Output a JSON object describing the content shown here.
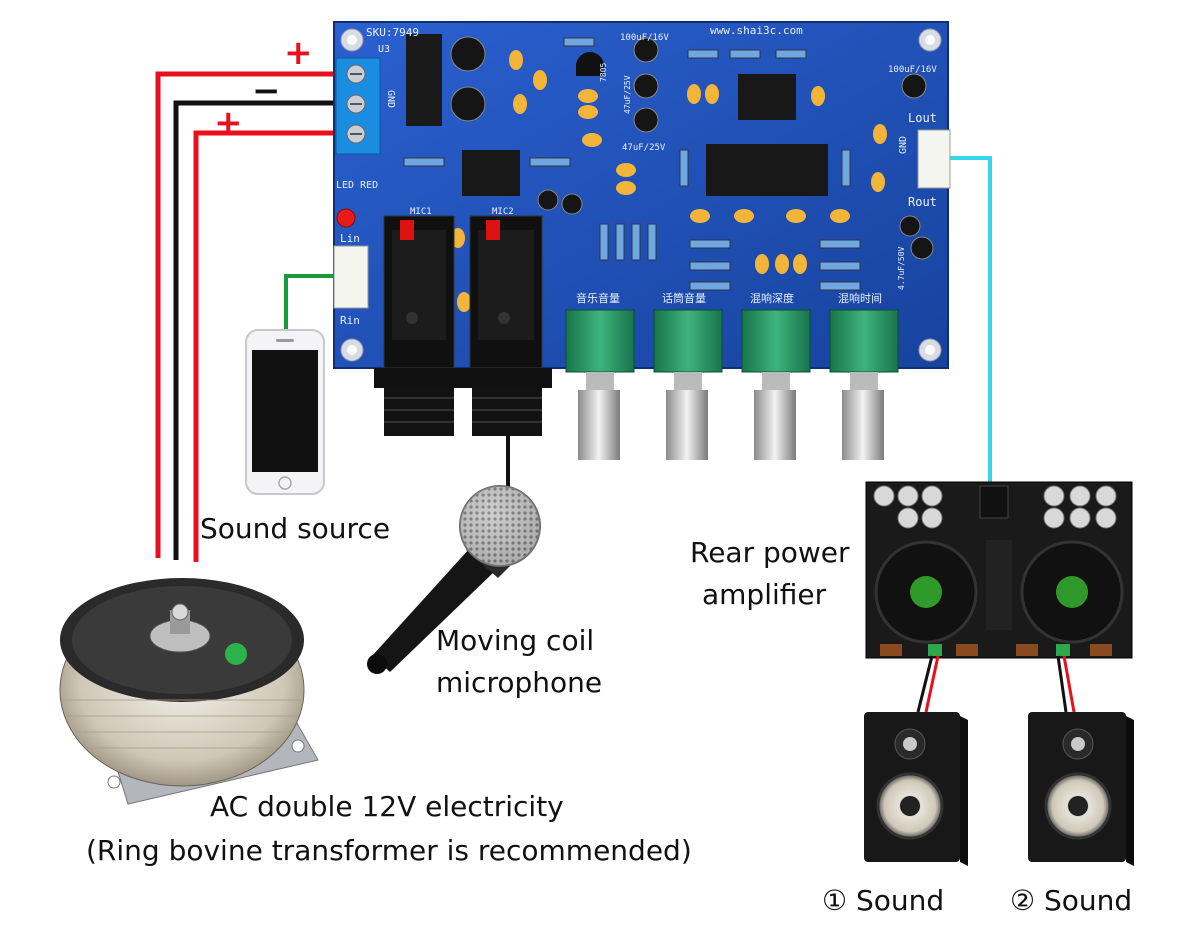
{
  "colors": {
    "pcb": "#1c4fb8",
    "pcb_dark": "#163f96",
    "wire_red": "#e8101c",
    "wire_black": "#111111",
    "wire_green": "#1a9a3a",
    "wire_cyan": "#35d6e8",
    "sign_red": "#e8101c",
    "knob": "#1f8a5a"
  },
  "signs": {
    "plus_top": "+",
    "minus": "−",
    "plus_bottom": "+"
  },
  "board": {
    "sku": "SKU:7949",
    "website": "www.shai3c.com",
    "u3": "U3",
    "gnd_left": "GND",
    "led_red": "LED RED",
    "lin": "Lin",
    "rin": "Rin",
    "lout": "Lout",
    "gnd_right": "GND",
    "rout": "Rout",
    "mic1": "MIC1",
    "mic2": "MIC2",
    "cap_100uf_16v_a": "100uF/16V",
    "cap_100uf_16v_b": "100uF/16V",
    "cap_47uf_25v_a": "47uF/25V",
    "cap_47uf_25v_b": "47uF/25V",
    "cap_4_7uf_50v": "4.7uF/50V",
    "reg_7805": "7805",
    "knobs": [
      {
        "label": "音乐音量"
      },
      {
        "label": "话筒音量"
      },
      {
        "label": "混响深度"
      },
      {
        "label": "混响时间"
      }
    ]
  },
  "labels": {
    "sound_source": "Sound source",
    "rear_amp_line1": "Rear power",
    "rear_amp_line2": "amplifier",
    "mic_line1": "Moving coil",
    "mic_line2": "microphone",
    "ac_line1": "AC double 12V electricity",
    "ac_line2": "(Ring bovine transformer is recommended)",
    "speaker1": "① Sound",
    "speaker2": "② Sound"
  },
  "icons": {
    "phone": "smartphone-icon",
    "microphone": "microphone-icon",
    "transformer": "toroidal-transformer-icon",
    "amplifier": "amplifier-board-icon",
    "speaker": "speaker-icon"
  }
}
